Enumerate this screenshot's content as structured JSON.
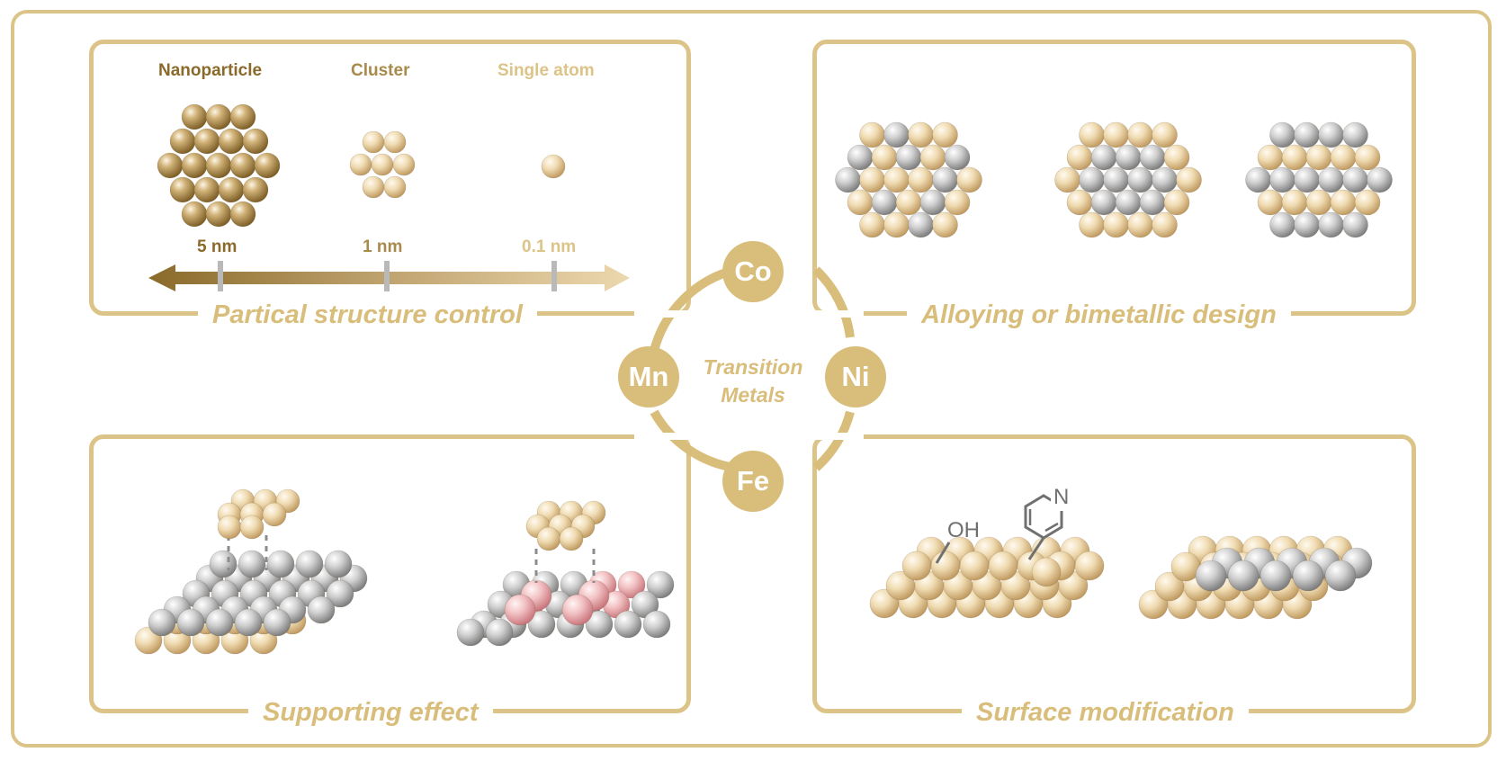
{
  "center": {
    "line1": "Transition",
    "line2": "Metals",
    "metals": {
      "top": "Co",
      "right": "Ni",
      "bottom": "Fe",
      "left": "Mn"
    }
  },
  "panels": {
    "structure": {
      "title": "Partical structure control",
      "labels": [
        "Nanoparticle",
        "Cluster",
        "Single atom"
      ],
      "scale": [
        "5 nm",
        "1 nm",
        "0.1 nm"
      ]
    },
    "alloy": {
      "title": "Alloying or bimetallic design"
    },
    "support": {
      "title": "Supporting effect"
    },
    "surface": {
      "title": "Surface modification",
      "group1": "OH",
      "group2": "N"
    }
  },
  "colors": {
    "frame": "#dcc488",
    "gold_dark": "#8a6a2a",
    "gold_mid": "#a88a4c",
    "gold_light": "#d9bd7a",
    "silver": "#a0a0a0",
    "pink": "#e8a3a8"
  }
}
